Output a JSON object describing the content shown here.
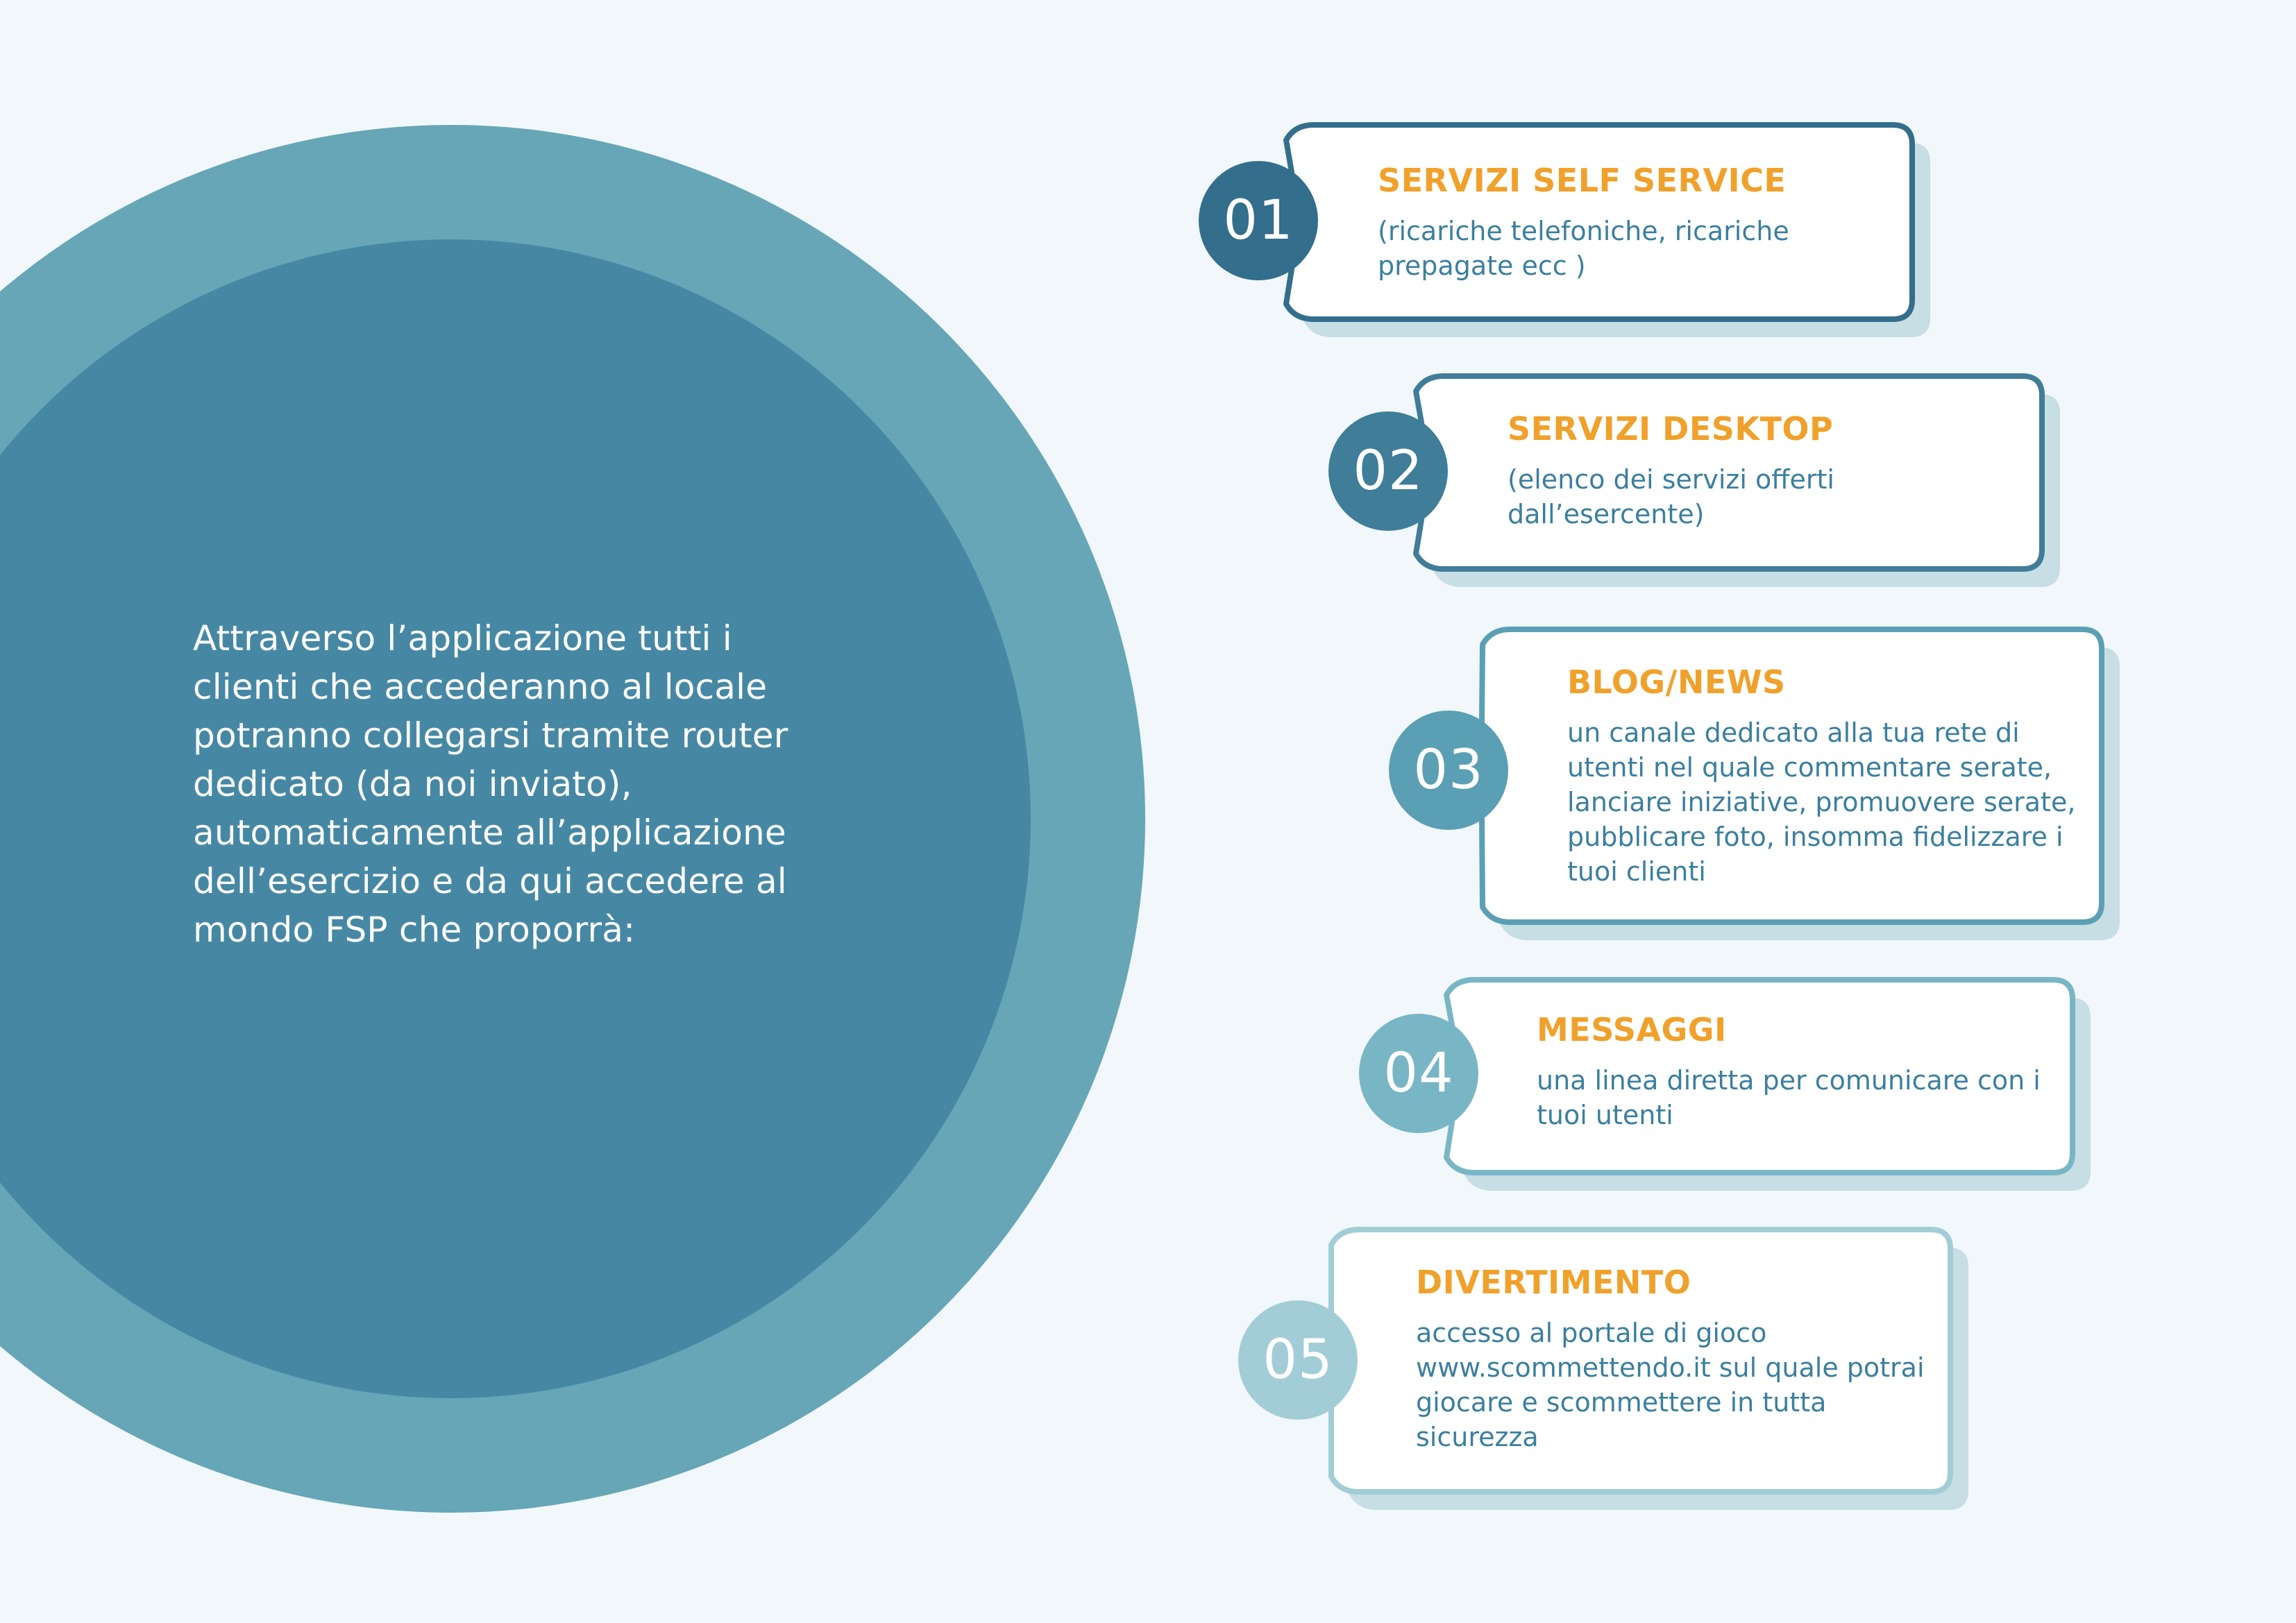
{
  "intro_text": "Attraverso l’applicazione tutti i clienti che accederanno al locale potranno collegarsi tramite router dedicato (da noi inviato), automaticamente all’applicazione dell’esercizio e da qui accedere al mondo FSP che proporrà:",
  "colors": {
    "background": "#f1f7fa",
    "outer_circle": "#66a6b7",
    "inner_circle": "#4688a4",
    "title_orange": "#f0a12b",
    "desc_blue": "#3b7f9e",
    "shadow": "#c6dee4"
  },
  "items": [
    {
      "number": "01",
      "title": "SERVIZI SELF SERVICE",
      "description": "(ricariche telefoniche, ricariche prepagate ecc )",
      "color": "#336e8c"
    },
    {
      "number": "02",
      "title": "SERVIZI DESKTOP",
      "description": "(elenco dei servizi offerti dall’esercente)",
      "color": "#3f7d99"
    },
    {
      "number": "03",
      "title": "BLOG/NEWS",
      "description": "un canale dedicato alla tua rete di utenti nel quale commentare serate, lanciare iniziative, promuovere serate, pubblicare foto, insomma fidelizzare i tuoi clienti",
      "color": "#5b9fb4"
    },
    {
      "number": "04",
      "title": "MESSAGGI",
      "description": "una linea diretta per comunicare con i tuoi utenti",
      "color": "#79b6c5"
    },
    {
      "number": "05",
      "title": "DIVERTIMENTO",
      "description": "accesso al portale di gioco www.scommettendo.it sul quale potrai giocare e scommettere in tutta sicurezza",
      "color": "#a2cdd6"
    }
  ]
}
